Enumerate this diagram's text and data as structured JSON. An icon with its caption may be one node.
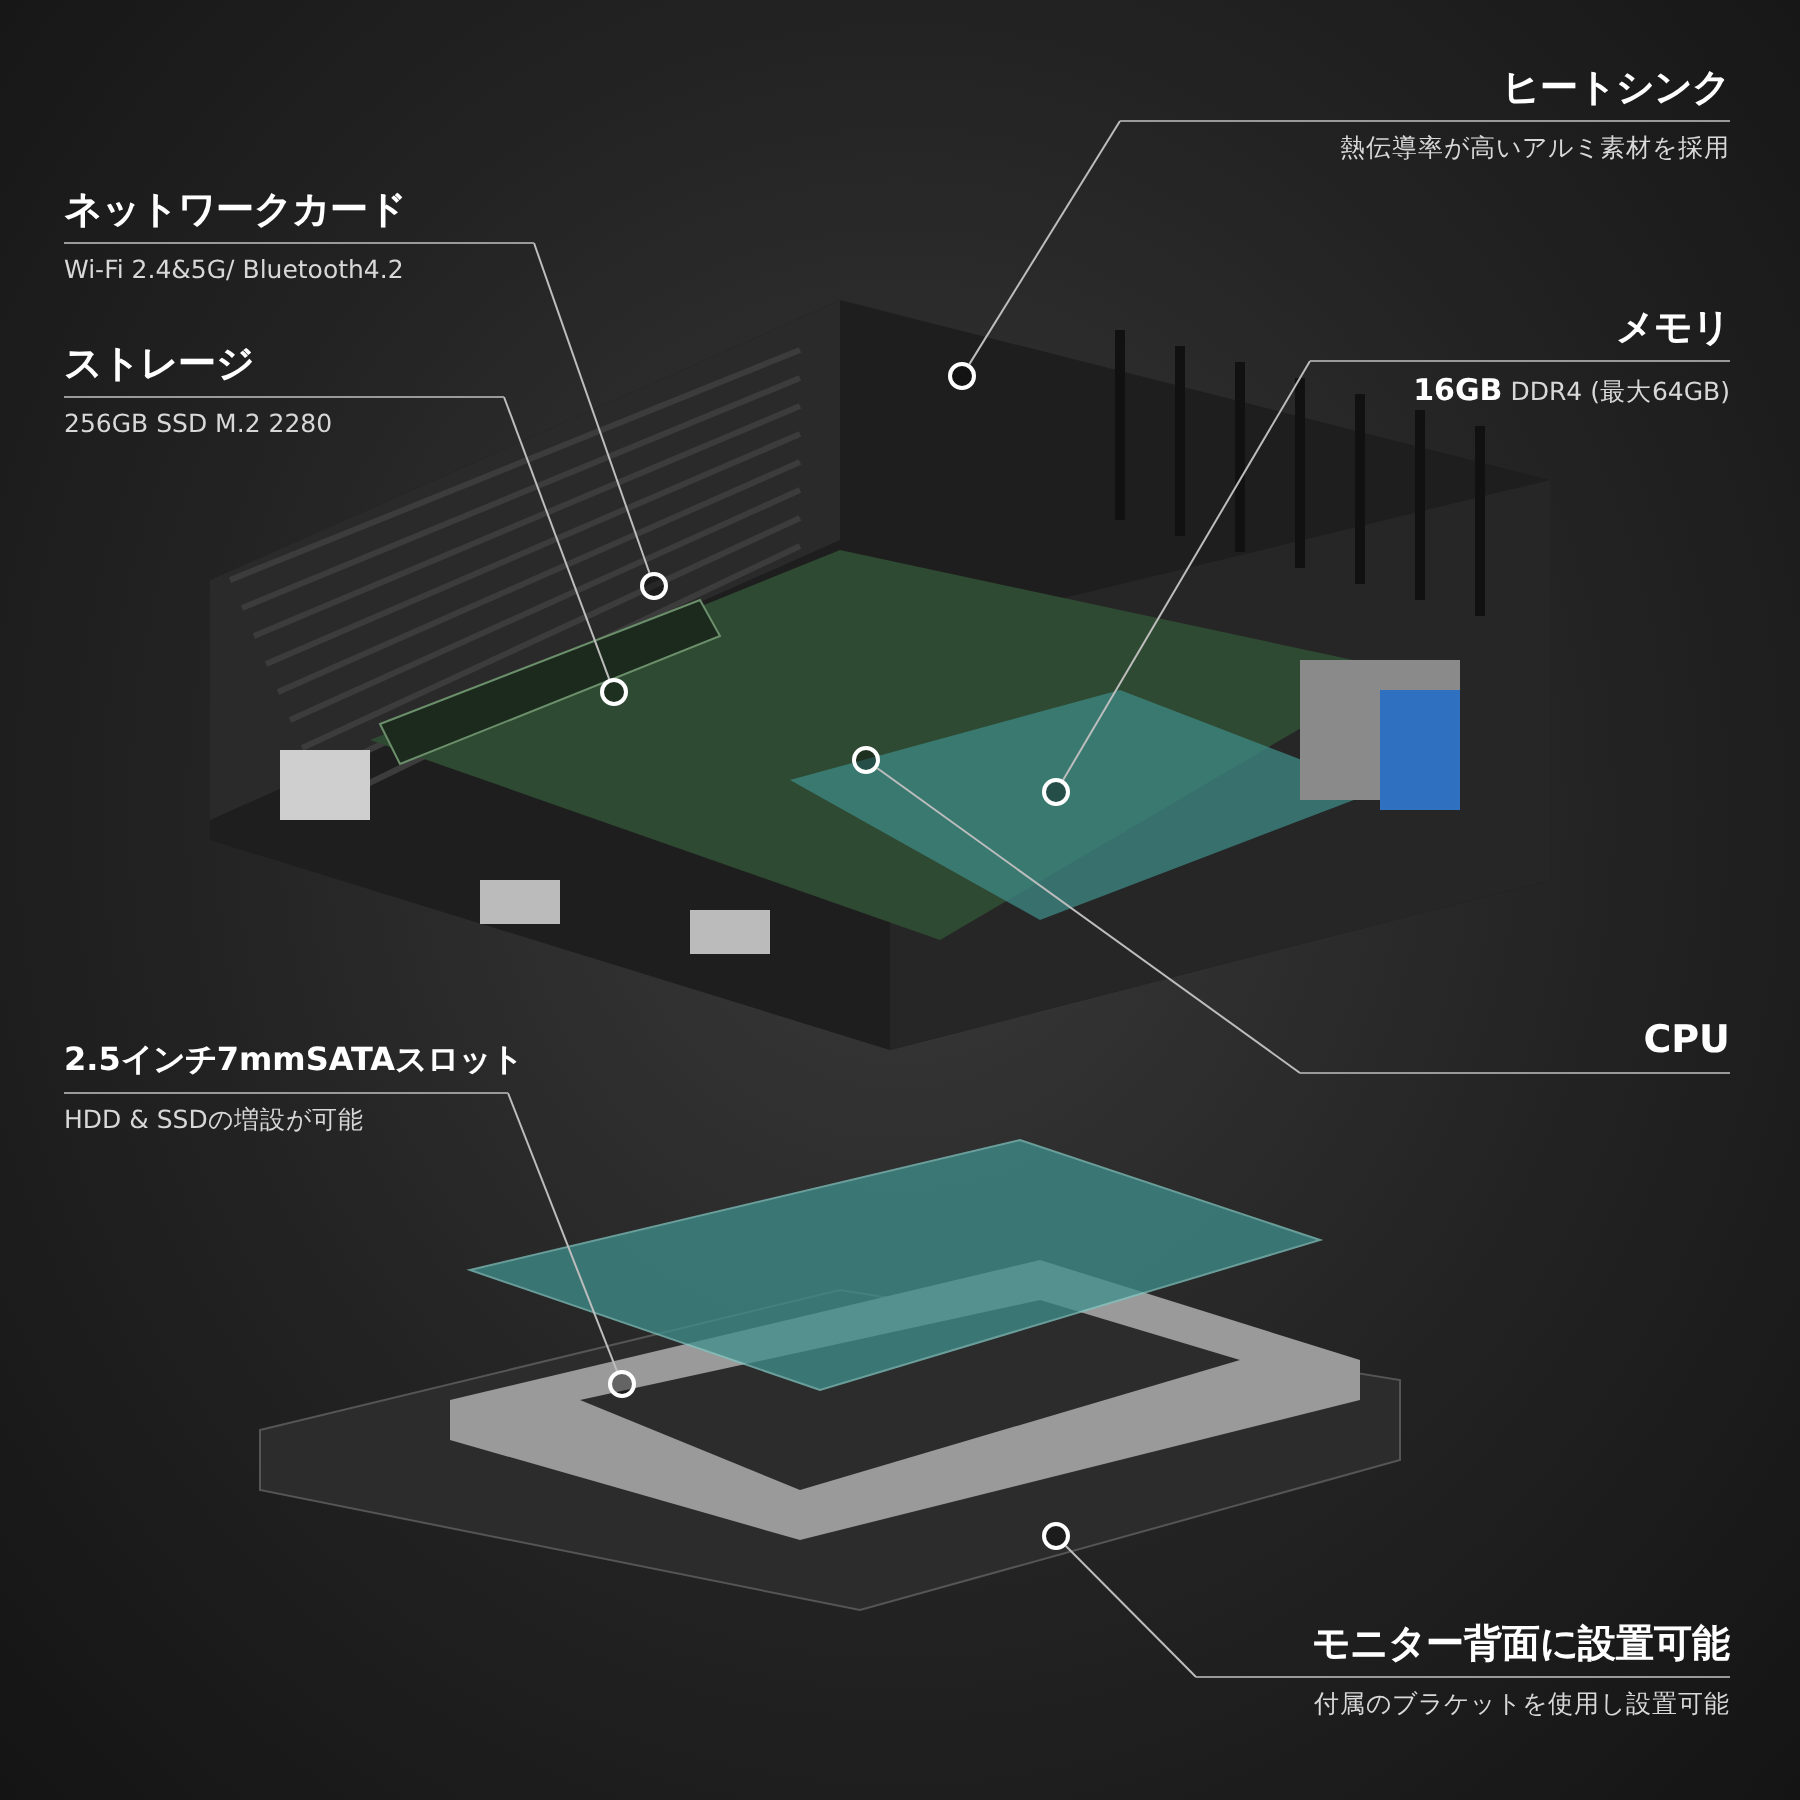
{
  "diagram": {
    "nodes": [
      {
        "text": [
          "ヒートシンク",
          "熱伝導率が高いアルミ素材を採用"
        ]
      },
      {
        "text": [
          "ネットワークカード",
          "Wi-Fi 2.4&5G/ Bluetooth4.2"
        ]
      },
      {
        "text": [
          "メモリ",
          "**16GB** DDR4 (最大64GB)"
        ]
      },
      {
        "text": [
          "ストレージ",
          "256GB SSD M.2 2280"
        ]
      },
      {
        "text": [
          "CPU"
        ]
      },
      {
        "text": [
          "2.5インチ7mmSATAスロット",
          "HDD & SSDの増設が可能"
        ]
      },
      {
        "text": [
          "モニター背面に設置可能",
          "付属のブラケットを使用し設置可能"
        ]
      },
      {
        "text": [],
        "shape": "circle"
      },
      {
        "text": [],
        "shape": "circle"
      },
      {
        "text": [],
        "shape": "circle"
      },
      {
        "text": [],
        "shape": "circle"
      },
      {
        "text": [],
        "shape": "circle"
      },
      {
        "text": [],
        "shape": "circle"
      },
      {
        "text": [],
        "shape": "circle"
      }
    ],
    "edges": [
      {
        "from": 0,
        "to": 7,
        "arrow": "none"
      },
      {
        "from": 1,
        "to": 8,
        "arrow": "none"
      },
      {
        "from": 2,
        "to": 9,
        "arrow": "none"
      },
      {
        "from": 3,
        "to": 10,
        "arrow": "none"
      },
      {
        "from": 4,
        "to": 11,
        "arrow": "none"
      },
      {
        "from": 5,
        "to": 12,
        "arrow": "none"
      },
      {
        "from": 6,
        "to": 13,
        "arrow": "none"
      }
    ]
  }
}
